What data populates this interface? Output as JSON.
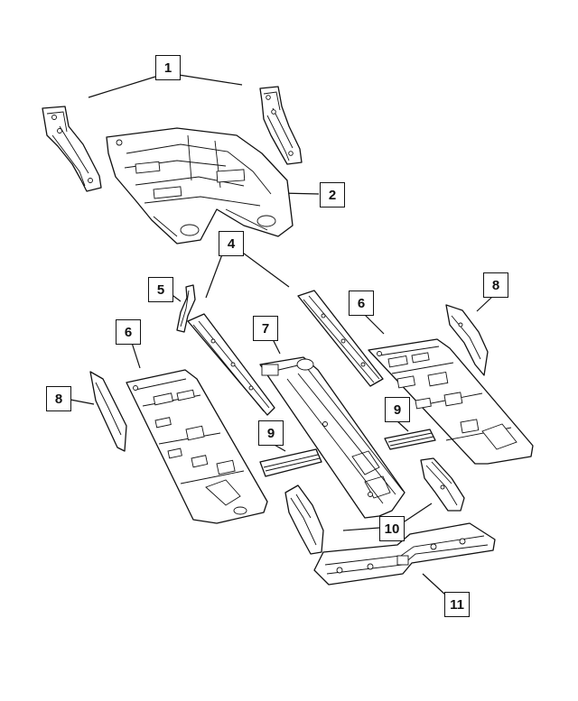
{
  "callouts": [
    {
      "id": "1",
      "label": "1"
    },
    {
      "id": "2",
      "label": "2"
    },
    {
      "id": "4",
      "label": "4"
    },
    {
      "id": "5",
      "label": "5"
    },
    {
      "id": "6a",
      "label": "6"
    },
    {
      "id": "6b",
      "label": "6"
    },
    {
      "id": "7",
      "label": "7"
    },
    {
      "id": "8a",
      "label": "8"
    },
    {
      "id": "8b",
      "label": "8"
    },
    {
      "id": "9a",
      "label": "9"
    },
    {
      "id": "9b",
      "label": "9"
    },
    {
      "id": "10",
      "label": "10"
    },
    {
      "id": "11",
      "label": "11"
    }
  ]
}
